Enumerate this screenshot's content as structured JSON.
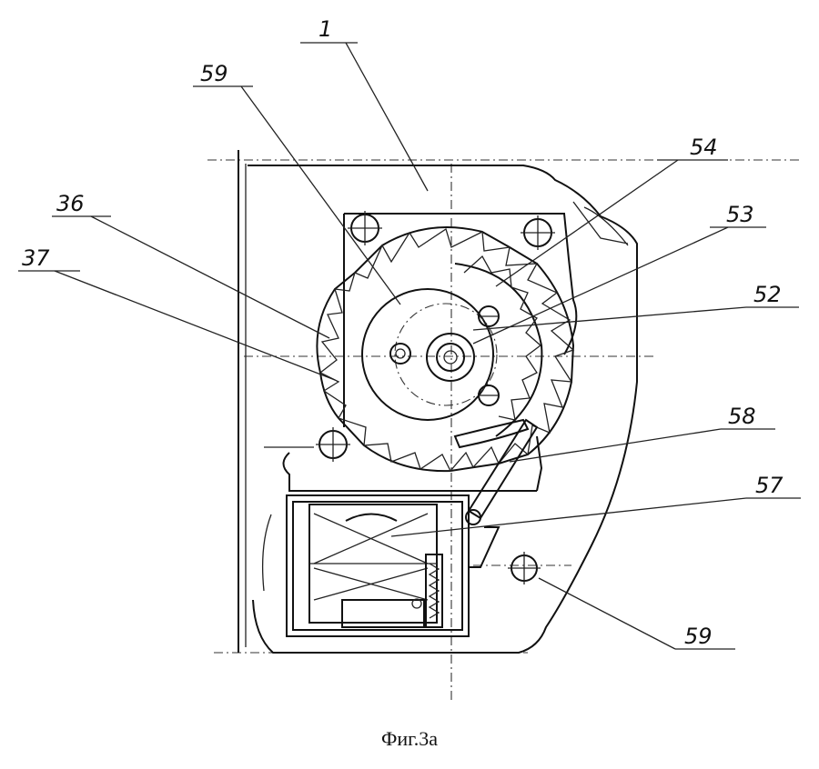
{
  "labels": {
    "l1": "1",
    "l59a": "59",
    "l54": "54",
    "l53": "53",
    "l36": "36",
    "l37": "37",
    "l52": "52",
    "l58": "58",
    "l57": "57",
    "l59b": "59"
  },
  "caption": "Фиг.3а"
}
